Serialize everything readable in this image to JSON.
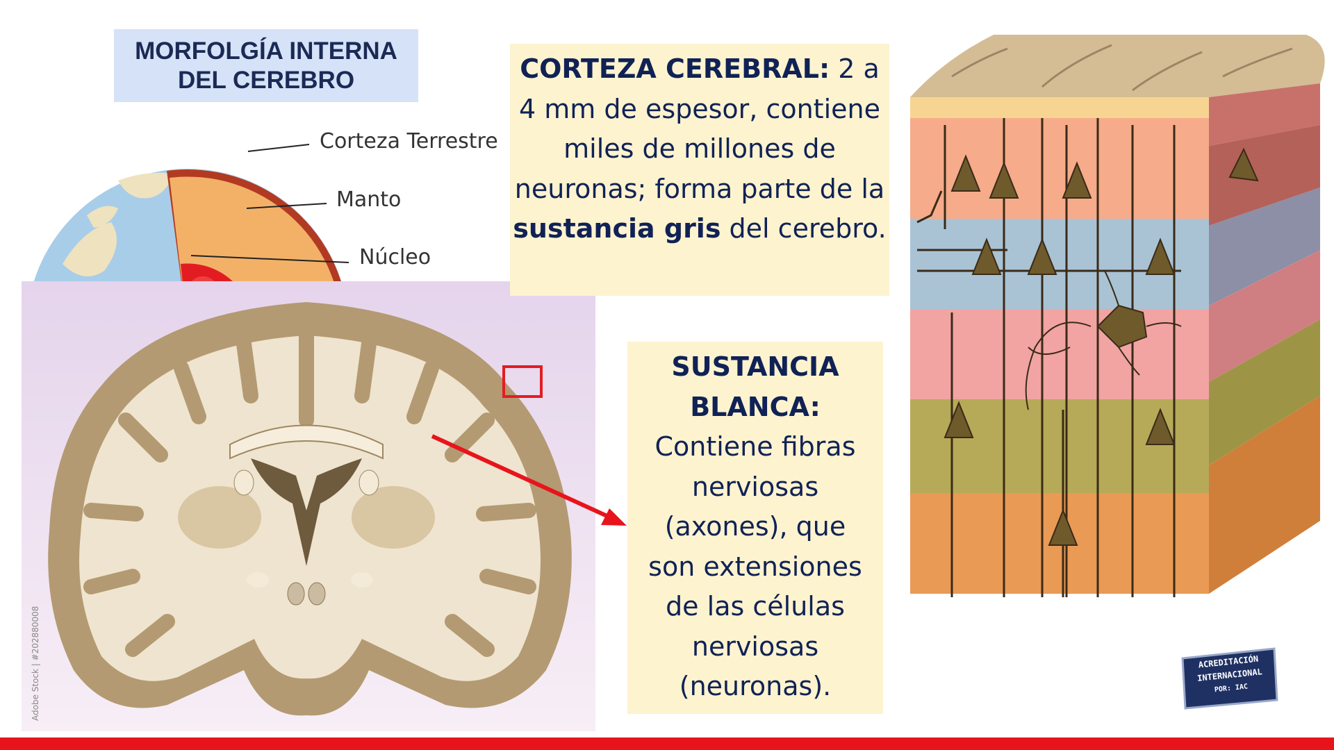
{
  "title": "MORFOLGÍA INTERNA\nDEL CEREBRO",
  "earth": {
    "labels": [
      "Corteza Terrestre",
      "Manto",
      "Núcleo"
    ],
    "colors": {
      "crust": "#c0392b",
      "mantle": "#f3b168",
      "core": "#e21d22",
      "ocean": "#a8cde8"
    }
  },
  "cortex_note": {
    "heading": "CORTEZA CEREBRAL:",
    "text_a": " 2 a 4 mm de espesor, contiene miles de millones de neuronas; forma parte de la ",
    "bold_b": "sustancia gris",
    "text_c": " del cerebro."
  },
  "white_matter_note": {
    "heading": "SUSTANCIA BLANCA:",
    "text": "Contiene fibras nerviosas (axones), que son extensiones de las células nerviosas (neuronas)."
  },
  "brain_watermark": "Adobe Stock | #202880008",
  "badge": {
    "line1": "ACREDITACIÓN",
    "line2": "INTERNACIONAL",
    "line3": "POR: IAC"
  },
  "colors": {
    "accent_red": "#e8141c",
    "note_bg": "#fdf3cf",
    "title_bg": "#d6e2f7",
    "text_navy": "#102255"
  }
}
